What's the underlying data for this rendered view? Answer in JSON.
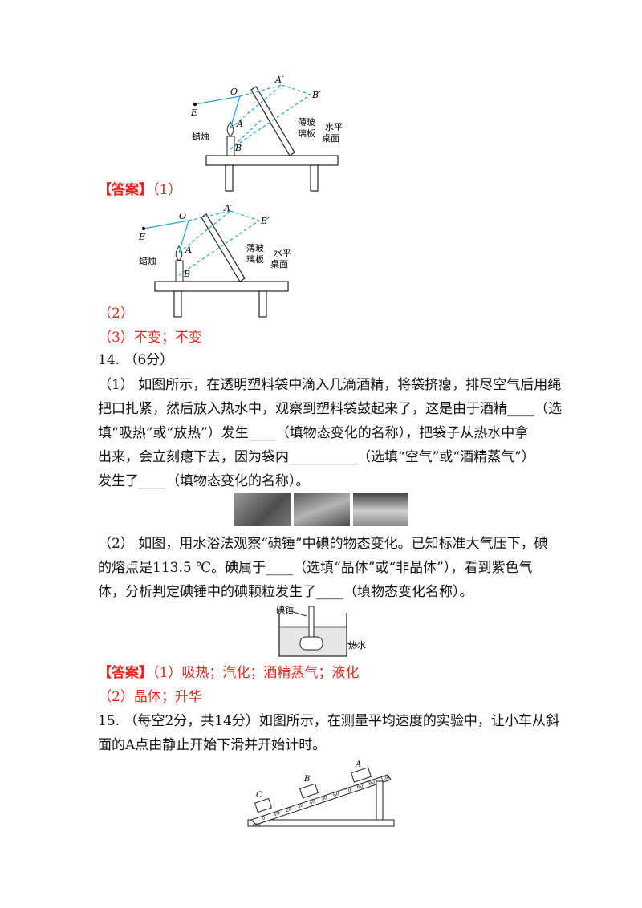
{
  "fig1": {
    "labels": {
      "E": "E",
      "O": "O",
      "A1": "A′",
      "B1": "B′",
      "A": "A",
      "B": "B",
      "candle": "蜡烛",
      "glass1": "薄玻",
      "glass2": "璃板",
      "table1": "水平",
      "table2": "桌面"
    }
  },
  "ans13": {
    "tag": "【答案】",
    "p1": "（1）",
    "p2": "（2）",
    "p3_num": "（3）",
    "p3_text": "不变；不变"
  },
  "q14": {
    "head": "14. （6分）",
    "lines": [
      "（1） 如图所示，在透明塑料袋中滴入几滴酒精，将袋挤瘪，排尽空气后用绳",
      "把口扎紧，然后放入热水中，观察到塑料袋鼓起来了，这是由于酒精____（选",
      "填“吸热”或“放热”）发生____（填物态变化的名称），把袋子从热水中拿",
      "出来，会立刻瘪下去，因为袋内__________（选填“空气”或“酒精蒸气”）",
      "发生了____（填物态变化的名称）。"
    ],
    "lines2": [
      "（2） 如图，用水浴法观察“碘锤”中碘的物态变化。已知标准大气压下，碘",
      "的熔点是113.5  ℃。碘属于____（选填“晶体”或“非晶体”），看到紫色气",
      "体，分析判定碘锤中的碘颗粒发生了____（填物态变化名称）。"
    ],
    "fig_labels": {
      "hammer": "碘锤",
      "water": "热水"
    }
  },
  "ans14": {
    "tag": "【答案】",
    "l1_num": "（1）",
    "l1_text": "吸热；汽化；酒精蒸气；液化",
    "l2_num": "（2）",
    "l2_text": "晶体；升华"
  },
  "q15": {
    "lines": [
      "15. （每空2分，共14分）如图所示，在测量平均速度的实验中，让小车从斜",
      "面的A点由静止开始下滑并开始计时。"
    ],
    "fig_labels": {
      "A": "A",
      "B": "B",
      "C": "C",
      "unit": "cm"
    },
    "ruler_ticks": [
      "0",
      "10",
      "20",
      "30",
      "40",
      "50",
      "60",
      "70",
      "80",
      "90",
      "100"
    ]
  }
}
